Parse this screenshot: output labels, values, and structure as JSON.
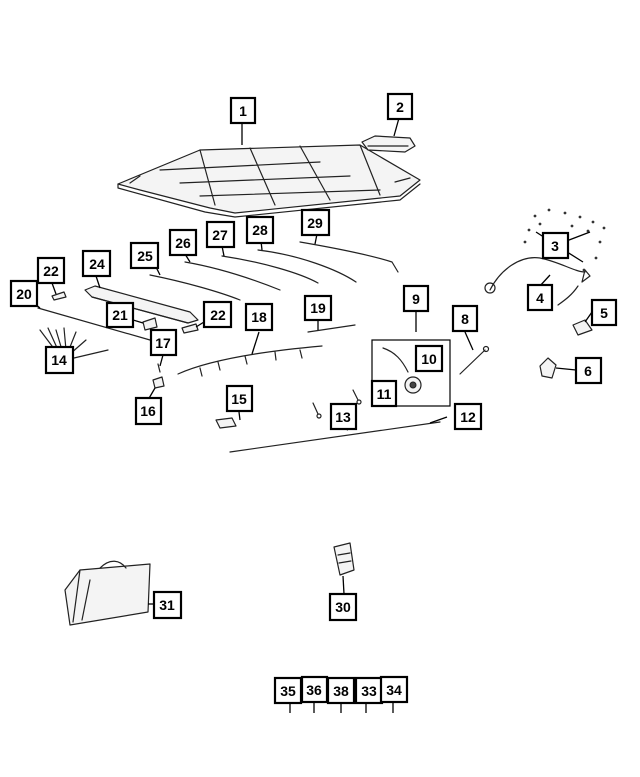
{
  "colors": {
    "line": "#000000",
    "background": "#ffffff",
    "part_stroke": "#222222"
  },
  "callouts": [
    "1",
    "2",
    "3",
    "4",
    "5",
    "6",
    "8",
    "9",
    "10",
    "11",
    "12",
    "13",
    "14",
    "15",
    "16",
    "17",
    "18",
    "19",
    "20",
    "21",
    "22",
    "22",
    "24",
    "25",
    "26",
    "27",
    "28",
    "29",
    "30",
    "31",
    "33",
    "34",
    "35",
    "36",
    "38"
  ]
}
